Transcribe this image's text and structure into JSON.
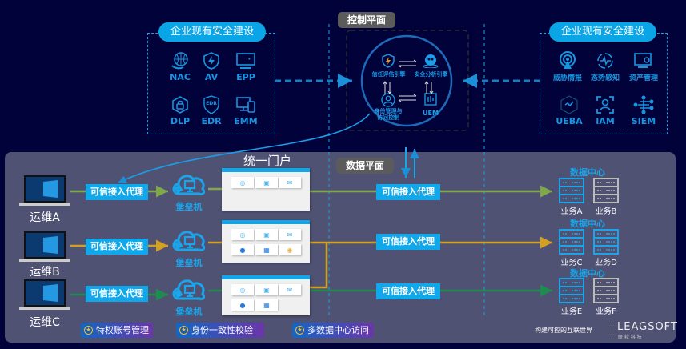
{
  "control_plane": {
    "title": "控制平面",
    "engines": {
      "trust": "信任评估引擎",
      "analysis": "安全分析引擎",
      "identity_line1": "身份管理与",
      "identity_line2": "访问控制",
      "uem": "UEM"
    }
  },
  "data_plane": {
    "title": "数据平面"
  },
  "left_security": {
    "title": "企业现有安全建设",
    "items": [
      {
        "label": "NAC",
        "icon": "globe-hand-icon"
      },
      {
        "label": "AV",
        "icon": "shield-bolt-icon"
      },
      {
        "label": "EPP",
        "icon": "monitor-icon"
      },
      {
        "label": "DLP",
        "icon": "lock-hexagon-icon"
      },
      {
        "label": "EDR",
        "icon": "edr-shield-icon"
      },
      {
        "label": "EMM",
        "icon": "devices-icon"
      }
    ]
  },
  "right_security": {
    "title": "企业现有安全建设",
    "items": [
      {
        "label": "威胁情报",
        "icon": "broadcast-icon"
      },
      {
        "label": "态势感知",
        "icon": "pulse-icon"
      },
      {
        "label": "资产管理",
        "icon": "monitor-gear-icon"
      },
      {
        "label": "UEBA",
        "icon": "ueba-hexagon-icon"
      },
      {
        "label": "IAM",
        "icon": "face-scan-icon"
      },
      {
        "label": "SIEM",
        "icon": "network-nodes-icon"
      }
    ]
  },
  "portal_title": "统一门户",
  "operators": [
    {
      "label": "运维A",
      "line_color": "#7fa84a"
    },
    {
      "label": "运维B",
      "line_color": "#d4a020"
    },
    {
      "label": "运维C",
      "line_color": "#1e8c4e"
    }
  ],
  "proxy_label": "可信接入代理",
  "bastion_label": "堡垒机",
  "datacenters": [
    {
      "title": "数据中心",
      "servers": [
        {
          "label": "业务A",
          "active": true
        },
        {
          "label": "业务B",
          "active": false
        }
      ]
    },
    {
      "title": "数据中心",
      "servers": [
        {
          "label": "业务C",
          "active": true
        },
        {
          "label": "业务D",
          "active": true
        }
      ]
    },
    {
      "title": "数据中心",
      "servers": [
        {
          "label": "业务E",
          "active": true
        },
        {
          "label": "业务F",
          "active": false
        }
      ]
    }
  ],
  "features": [
    "特权账号管理",
    "身份一致性校验",
    "多数据中心访问"
  ],
  "footer": {
    "slogan": "构建可控的互联世界",
    "brand": "LEAGSOFT",
    "brand_cn": "联 软 科 技"
  },
  "colors": {
    "accent": "#0aa5e6",
    "background": "#02023a",
    "panel": "#505274"
  }
}
